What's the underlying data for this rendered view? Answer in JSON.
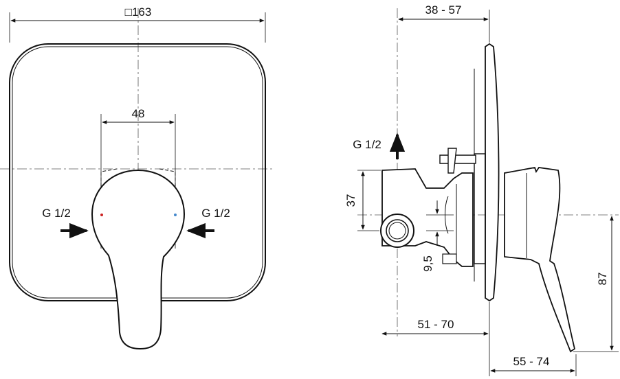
{
  "front_view": {
    "width_dim": "□163",
    "handle_dim": "48",
    "inlet_left": "G 1/2",
    "inlet_right": "G 1/2"
  },
  "side_view": {
    "wall_depth_dim": "38 - 57",
    "outlet_label": "G 1/2",
    "height_dim_37": "37",
    "small_dim": "9,5",
    "handle_height_dim": "87",
    "depth_dim_body": "51 - 70",
    "depth_dim_handle": "55 - 74"
  },
  "colors": {
    "line": "#111111",
    "centerline": "#555555",
    "marker": "#cc2222"
  }
}
